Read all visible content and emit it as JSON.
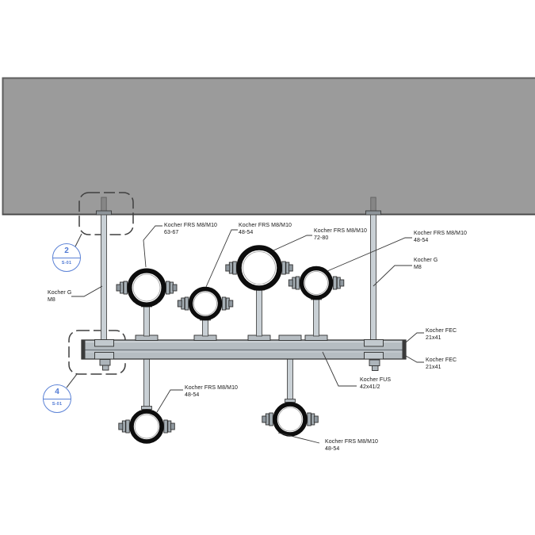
{
  "labels": {
    "clamp_top_1": {
      "line1": "Kocher FRS M8/M10",
      "line2": "63-67"
    },
    "clamp_top_2": {
      "line1": "Kocher FRS M8/M10",
      "line2": "48-54"
    },
    "clamp_top_3": {
      "line1": "Kocher FRS M8/M10",
      "line2": "72-80"
    },
    "clamp_top_4": {
      "line1": "Kocher FRS M8/M10",
      "line2": "48-54"
    },
    "rod_right": {
      "line1": "Kocher G",
      "line2": "M8"
    },
    "rod_left": {
      "line1": "Kocher G",
      "line2": "M8"
    },
    "endcap_top": {
      "line1": "Kocher FEC",
      "line2": "21x41"
    },
    "endcap_bottom": {
      "line1": "Kocher FEC",
      "line2": "21x41"
    },
    "rail": {
      "line1": "Kocher FUS",
      "line2": "42x41/2"
    },
    "clamp_bottom_1": {
      "line1": "Kocher FRS M8/M10",
      "line2": "48-54"
    },
    "clamp_bottom_2": {
      "line1": "Kocher FRS M8/M10",
      "line2": "48-54"
    }
  },
  "callouts": {
    "detail_2": {
      "number": "2",
      "sheet": "S-01"
    },
    "detail_4": {
      "number": "4",
      "sheet": "S-01"
    }
  },
  "colors": {
    "slab_fill": "#9b9b9b",
    "slab_edge": "#5e5e5e",
    "steel_light": "#c9d0d5",
    "steel_mid": "#b6bdc2",
    "hardware": "#a6afb5",
    "line_dark": "#2f2f2f",
    "clamp_ring": "#0d0d0d",
    "callout_blue": "#5b82d6",
    "leader": "#3a3a3a",
    "text": "#141414"
  }
}
